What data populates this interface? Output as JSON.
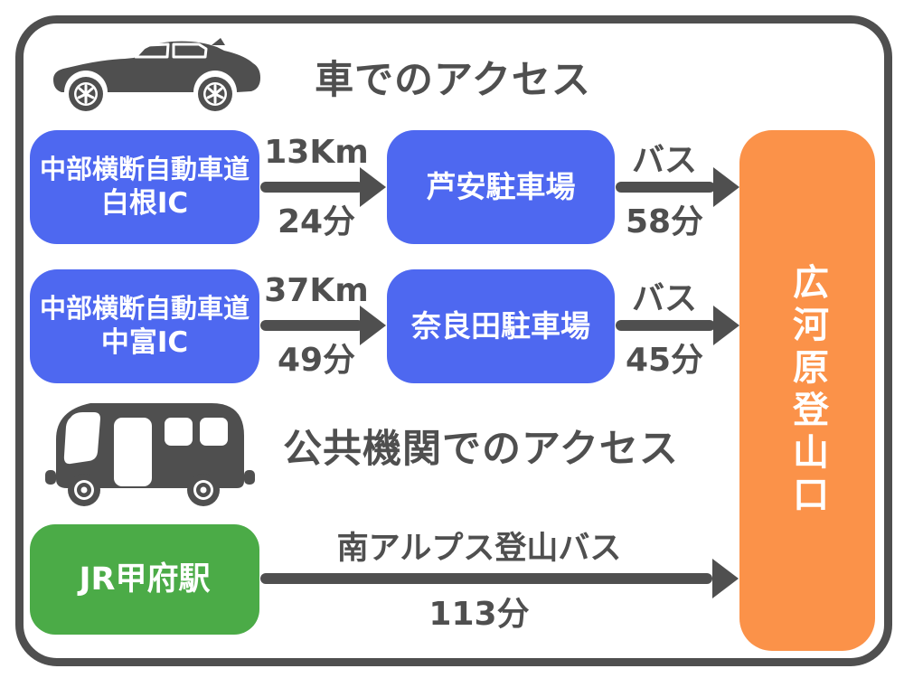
{
  "colors": {
    "dark": "#4f4f4f",
    "blue": "#4e68f0",
    "orange": "#fb9249",
    "green": "#4bab47",
    "white": "#ffffff"
  },
  "sections": {
    "car": {
      "title": "車でのアクセス",
      "icon": "car-icon"
    },
    "public": {
      "title": "公共機関でのアクセス",
      "icon": "bus-icon"
    }
  },
  "destination": {
    "label": "広河原登山口"
  },
  "routes": [
    {
      "start_line1": "中部横断自動車道",
      "start_line2": "白根IC",
      "leg1_top": "13Km",
      "leg1_bottom": "24分",
      "via": "芦安駐車場",
      "leg2_top": "バス",
      "leg2_bottom": "58分"
    },
    {
      "start_line1": "中部横断自動車道",
      "start_line2": "中富IC",
      "leg1_top": "37Km",
      "leg1_bottom": "49分",
      "via": "奈良田駐車場",
      "leg2_top": "バス",
      "leg2_bottom": "45分"
    },
    {
      "start_line1": "JR甲府駅",
      "leg1_top": "南アルプス登山バス",
      "leg1_bottom": "113分"
    }
  ]
}
